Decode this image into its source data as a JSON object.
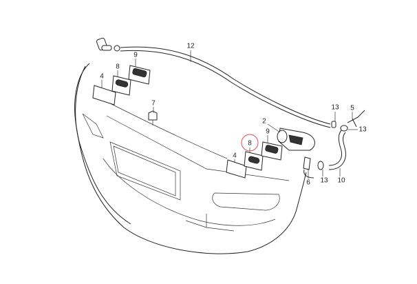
{
  "diagram": {
    "callouts": [
      {
        "id": "c12a",
        "text": "12"
      },
      {
        "id": "c9a",
        "text": "9"
      },
      {
        "id": "c8a",
        "text": "8"
      },
      {
        "id": "c4a",
        "text": "4"
      },
      {
        "id": "c7",
        "text": "7"
      },
      {
        "id": "c13a",
        "text": "13"
      },
      {
        "id": "c5",
        "text": "5"
      },
      {
        "id": "c13b",
        "text": "13"
      },
      {
        "id": "c2",
        "text": "2"
      },
      {
        "id": "c9b",
        "text": "9"
      },
      {
        "id": "c8b",
        "text": "8"
      },
      {
        "id": "c4b",
        "text": "4"
      },
      {
        "id": "c6",
        "text": "6"
      },
      {
        "id": "c13c",
        "text": "13"
      },
      {
        "id": "c10",
        "text": "10"
      }
    ],
    "highlight_color": "#e05050"
  }
}
